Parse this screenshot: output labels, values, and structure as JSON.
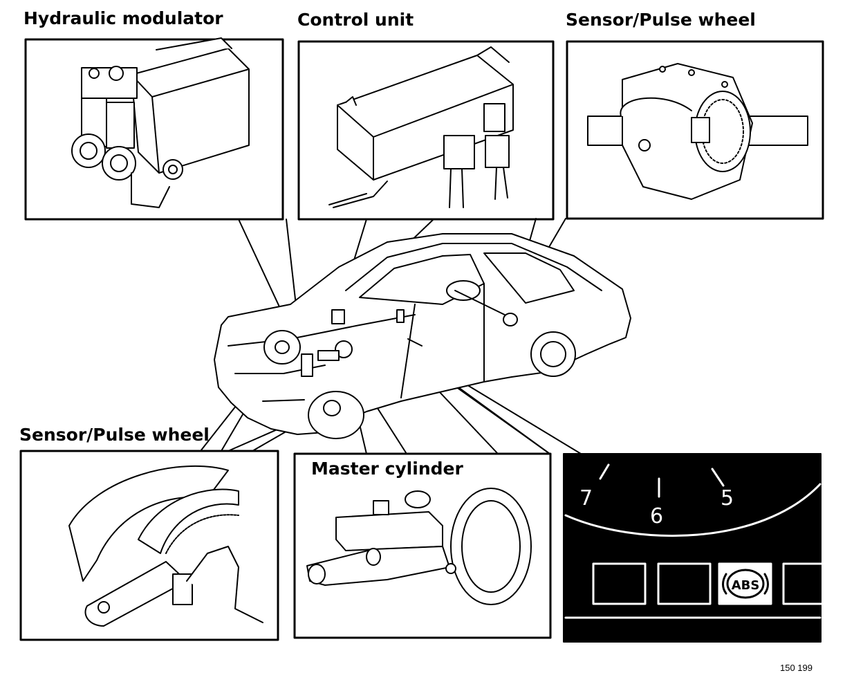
{
  "labels": {
    "hydraulic_modulator": "Hydraulic modulator",
    "control_unit": "Control unit",
    "sensor_top": "Sensor/Pulse wheel",
    "sensor_bottom": "Sensor/Pulse wheel",
    "master_cylinder": "Master cylinder"
  },
  "gauge": {
    "tick_7": "7",
    "tick_6": "6",
    "tick_5": "5",
    "warning_lamp": "ABS"
  },
  "figure_code": "150 199",
  "colors": {
    "ink": "#000000",
    "paper": "#ffffff"
  }
}
